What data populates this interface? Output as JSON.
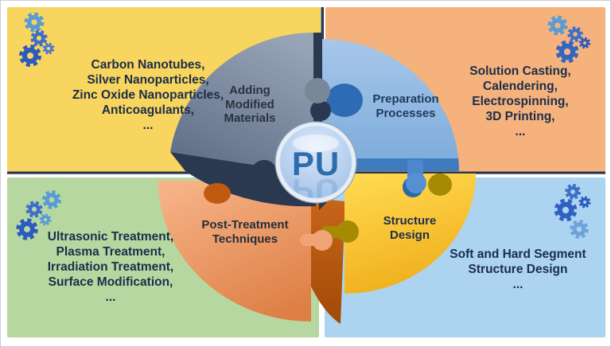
{
  "figure": {
    "center": {
      "label": "PU",
      "circle_fill": "#BDD5F0",
      "text_color": "#2E6CAC"
    },
    "quadrants": [
      {
        "name": "adding-modified-materials",
        "position": "top-left",
        "bg_color": "#F7D55E",
        "items": [
          "Carbon Nanotubes,",
          "Silver Nanoparticles,",
          "Zinc Oxide Nanoparticles,",
          "Anticoagulants,",
          "..."
        ],
        "fan_label": "Adding\nModified\nMaterials",
        "fan_color": "#77849B",
        "icon": "gears-icon"
      },
      {
        "name": "preparation-processes",
        "position": "top-right",
        "bg_color": "#F6B27C",
        "items": [
          "Solution Casting,",
          "Calendering,",
          "Electrospinning,",
          "3D Printing,",
          "..."
        ],
        "fan_label": "Preparation\nProcesses",
        "fan_color": "#8FB5E2",
        "icon": "gears-icon"
      },
      {
        "name": "post-treatment-techniques",
        "position": "bottom-left",
        "bg_color": "#B6D8A0",
        "items": [
          "Ultrasonic Treatment,",
          "Plasma Treatment,",
          "Irradiation Treatment,",
          "Surface Modification,",
          "..."
        ],
        "fan_label": "Post-Treatment\nTechniques",
        "fan_color": "#EF9C63",
        "icon": "gears-icon"
      },
      {
        "name": "structure-design",
        "position": "bottom-right",
        "bg_color": "#ACD4F0",
        "items": [
          "Soft and Hard Segment",
          "Structure Design",
          "..."
        ],
        "fan_label": "Structure\nDesign",
        "fan_color": "#FBC02E",
        "icon": "gears-icon"
      }
    ],
    "gear_colors": {
      "dark": "#2B5BBE",
      "medium": "#3E6FC8",
      "light": "#5B9BD5"
    },
    "divider_color": "#2A3850"
  }
}
